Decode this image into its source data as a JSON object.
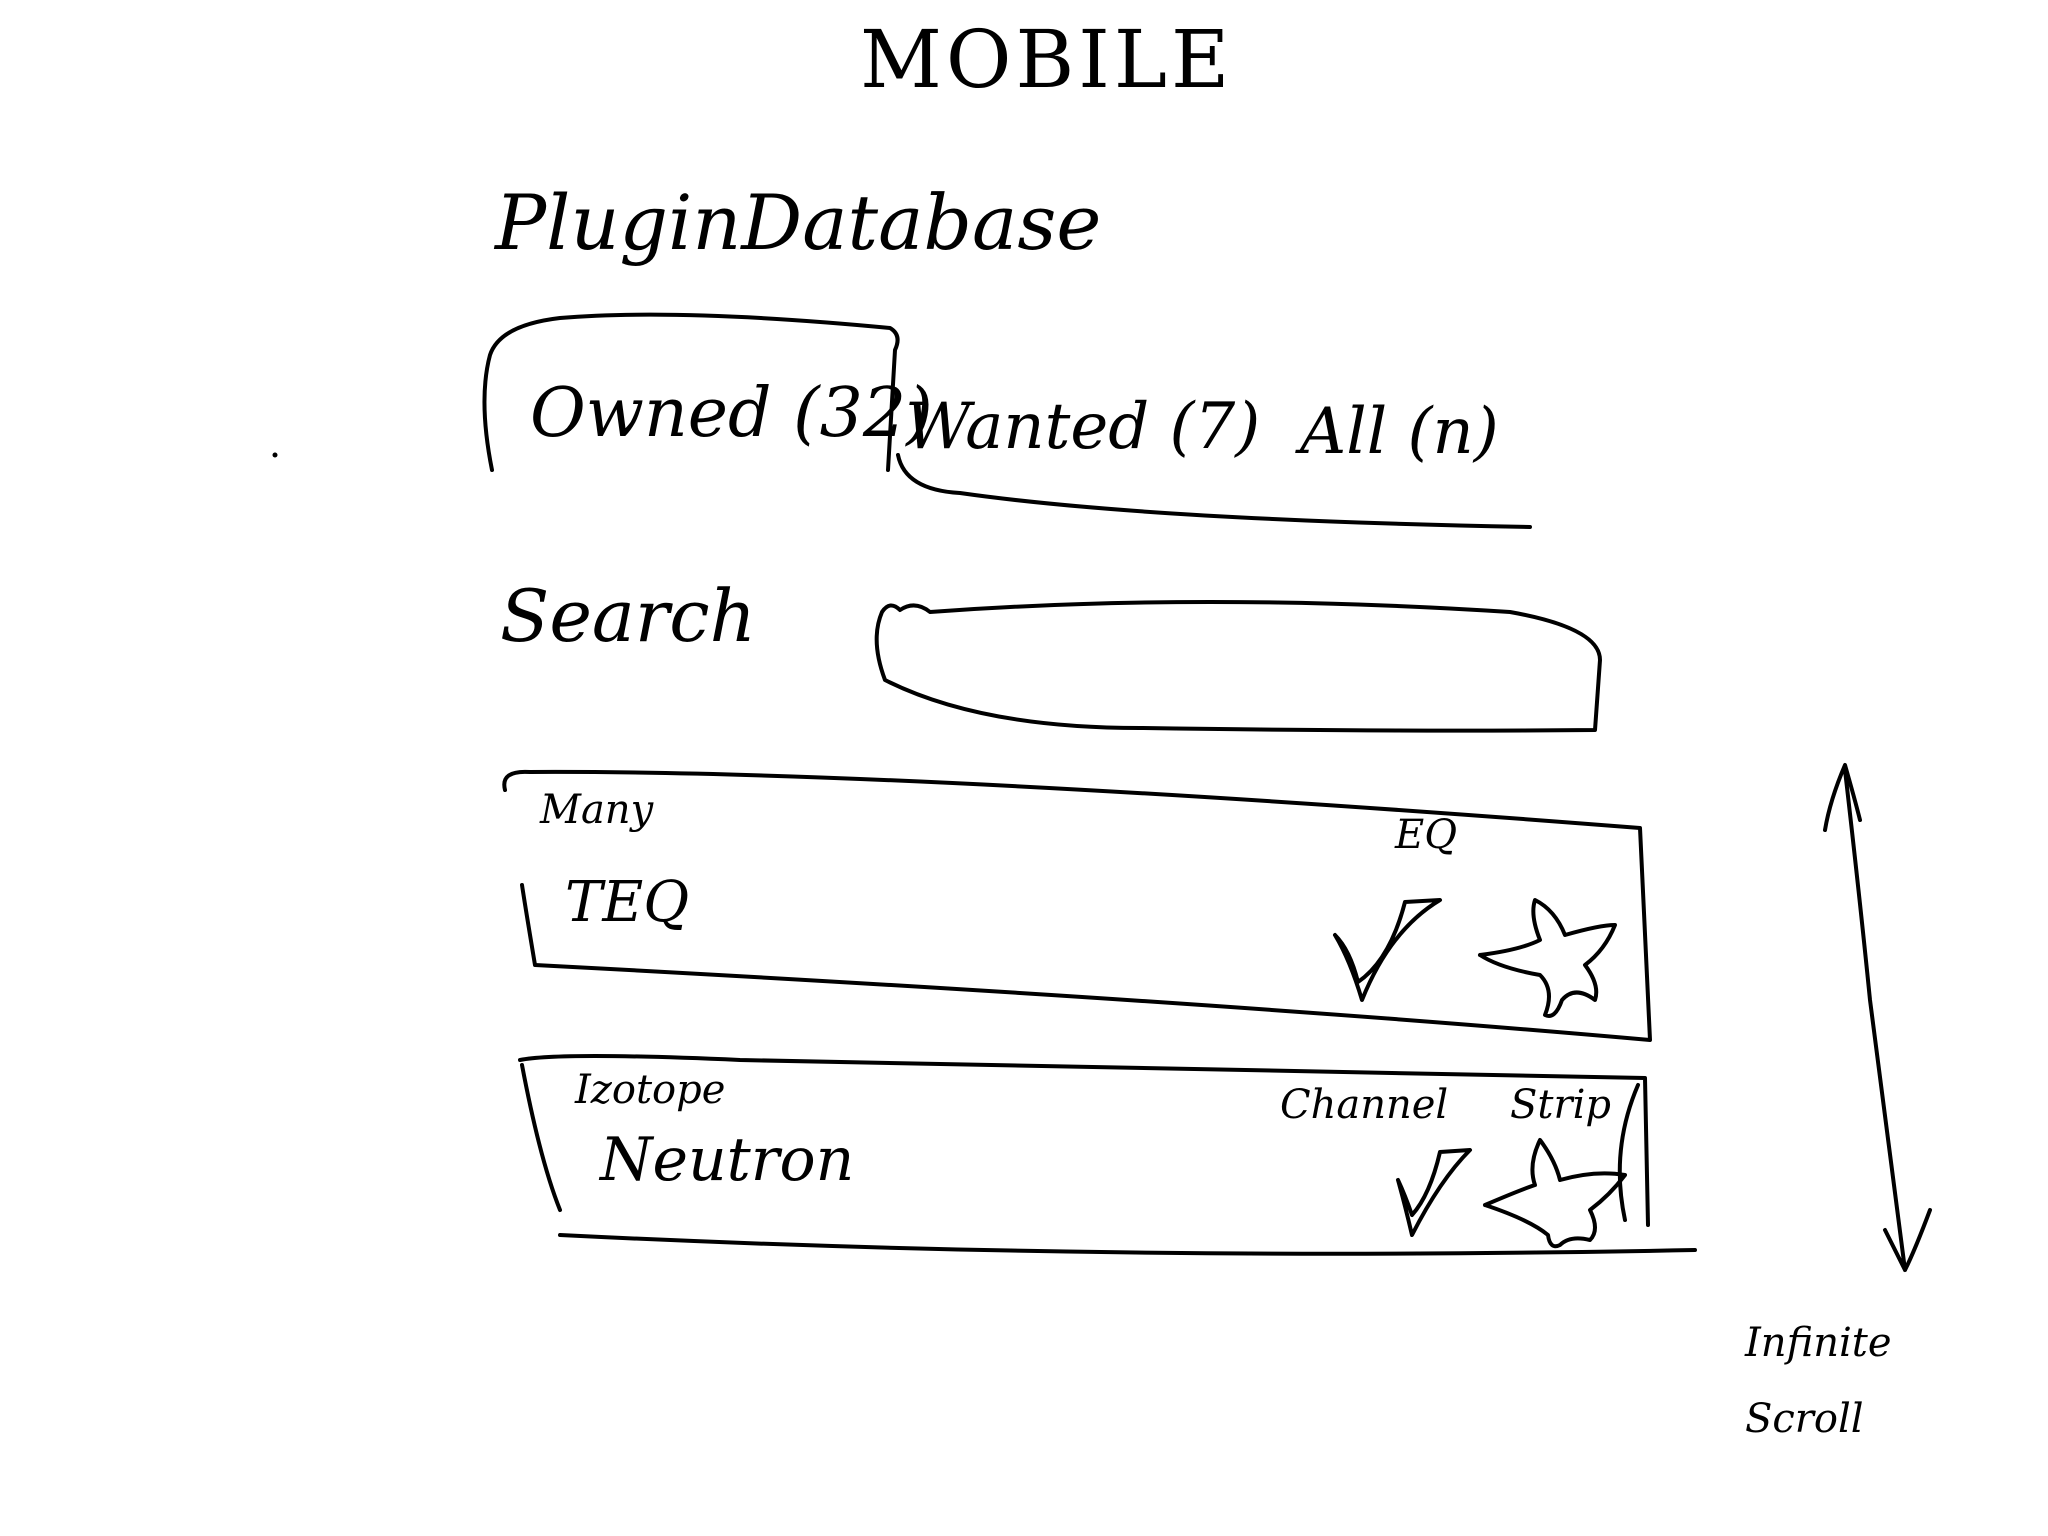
{
  "title": "MOBILE",
  "heading": "PluginDatabase",
  "tabs": [
    {
      "label": "Owned (32)",
      "selected": true
    },
    {
      "label": "Wanted (7)",
      "selected": false
    },
    {
      "label": "All (n)",
      "selected": false
    }
  ],
  "search": {
    "label": "Search",
    "placeholder": ""
  },
  "cards": [
    {
      "top": "Many",
      "name": "TEQ",
      "right": "EQ",
      "icons": [
        "check-icon",
        "star-icon"
      ]
    },
    {
      "top": "Izotope",
      "name": "Neutron",
      "right_a": "Channel",
      "right_b": "Strip",
      "icons": [
        "check-icon",
        "star-icon"
      ]
    }
  ],
  "note": "Infinite\nScroll"
}
